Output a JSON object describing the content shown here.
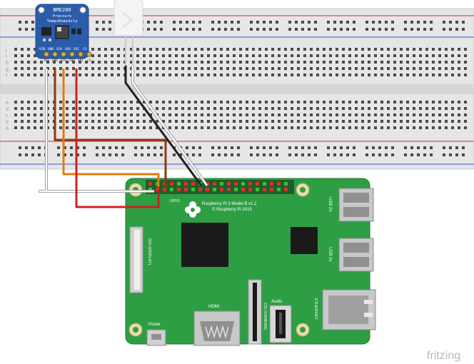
{
  "diagram": {
    "sensor": {
      "name": "BME280",
      "subtitle_1": "Pressure",
      "subtitle_2": "Temp+Humidity",
      "top_pins": [
        "VIN",
        "GND",
        "SCK",
        "SDO",
        "SDI",
        "CS"
      ],
      "bottom_pins": [
        "3Vo",
        "GND",
        "SCK",
        "SDO",
        "SDI",
        "CS"
      ],
      "color": "#2a5caa"
    },
    "board": {
      "model_line_1": "Raspberry Pi 3 Model B v1.2",
      "model_line_2": "© Raspberry Pi 2015",
      "gpio_label": "GPIO",
      "usb_label_1": "USB 2x",
      "usb_label_2": "USB 2x",
      "ethernet_label": "ETHERNET",
      "hdmi_label": "HDMI",
      "camera_label": "CSI (CAMERA)",
      "display_label": "DSI (DISPLAY)",
      "audio_label": "Audio",
      "power_label": "Power",
      "color": "#2e9e45"
    },
    "breadboard": {
      "top_row_letters": [
        "j",
        "i",
        "h",
        "g",
        "f"
      ],
      "bottom_row_letters": [
        "e",
        "d",
        "c",
        "b",
        "a"
      ]
    },
    "wires": [
      {
        "name": "white",
        "color": "#ffffff"
      },
      {
        "name": "brown",
        "color": "#8b3a12"
      },
      {
        "name": "orange",
        "color": "#e07a12"
      },
      {
        "name": "red",
        "color": "#cc2222"
      },
      {
        "name": "black",
        "color": "#222222"
      }
    ],
    "watermark": "fritzing"
  }
}
